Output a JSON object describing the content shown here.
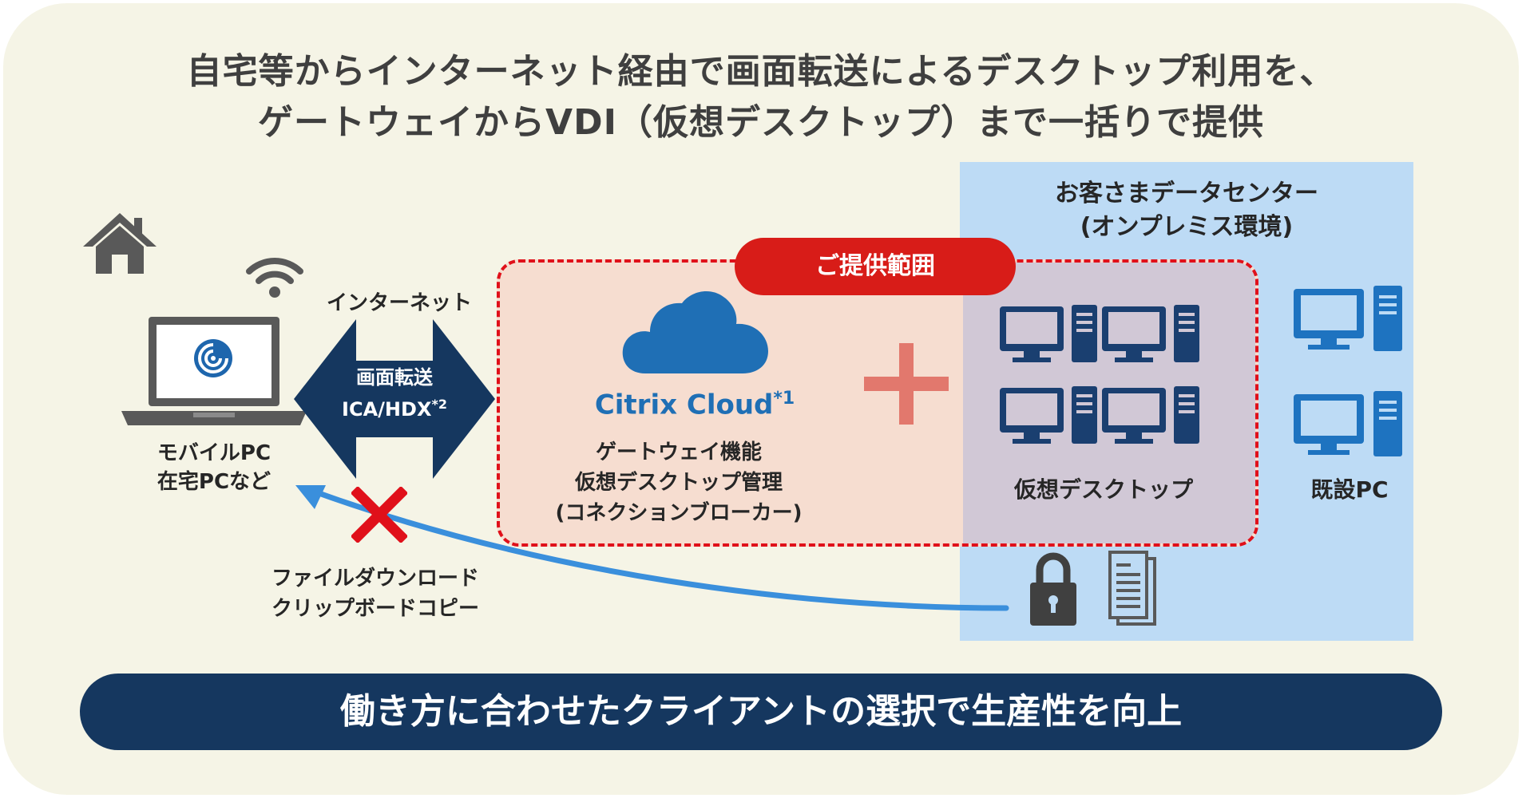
{
  "title": {
    "line1": "自宅等からインターネット経由で画面転送によるデスクトップ利用を、",
    "line2": "ゲートウェイからVDI（仮想デスクトップ）まで一括りで提供"
  },
  "client": {
    "label_line1": "モバイルPC",
    "label_line2": "在宅PCなど"
  },
  "internet": {
    "label": "インターネット",
    "arrow_line1": "画面転送",
    "arrow_line2": "ICA/HDX",
    "arrow_note": "*2"
  },
  "scope": {
    "label": "ご提供範囲",
    "cloud_name": "Citrix Cloud",
    "cloud_note": "*1",
    "desc_line1": "ゲートウェイ機能",
    "desc_line2": "仮想デスクトップ管理",
    "desc_line3": "(コネクションブローカー)"
  },
  "datacenter": {
    "title_line1": "お客さまデータセンター",
    "title_line2": "(オンプレミス環境)",
    "vdi_label": "仮想デスクトップ",
    "existing_label": "既設PC"
  },
  "blocked": {
    "label_line1": "ファイルダウンロード",
    "label_line2": "クリップボードコピー"
  },
  "footer": {
    "text": "働き方に合わせたクライアントの選択で生産性を向上"
  },
  "colors": {
    "background": "#f5f4e6",
    "navy": "#15375f",
    "accent_red": "#d81c18",
    "scope_fill": "#f6ddd0",
    "datacenter_fill": "#bddbf5",
    "cloud_blue": "#1f6fb5",
    "monitor_blue": "#1e66ad",
    "arrow_blue": "#3a8fdc",
    "plus_color": "#e2786d"
  }
}
